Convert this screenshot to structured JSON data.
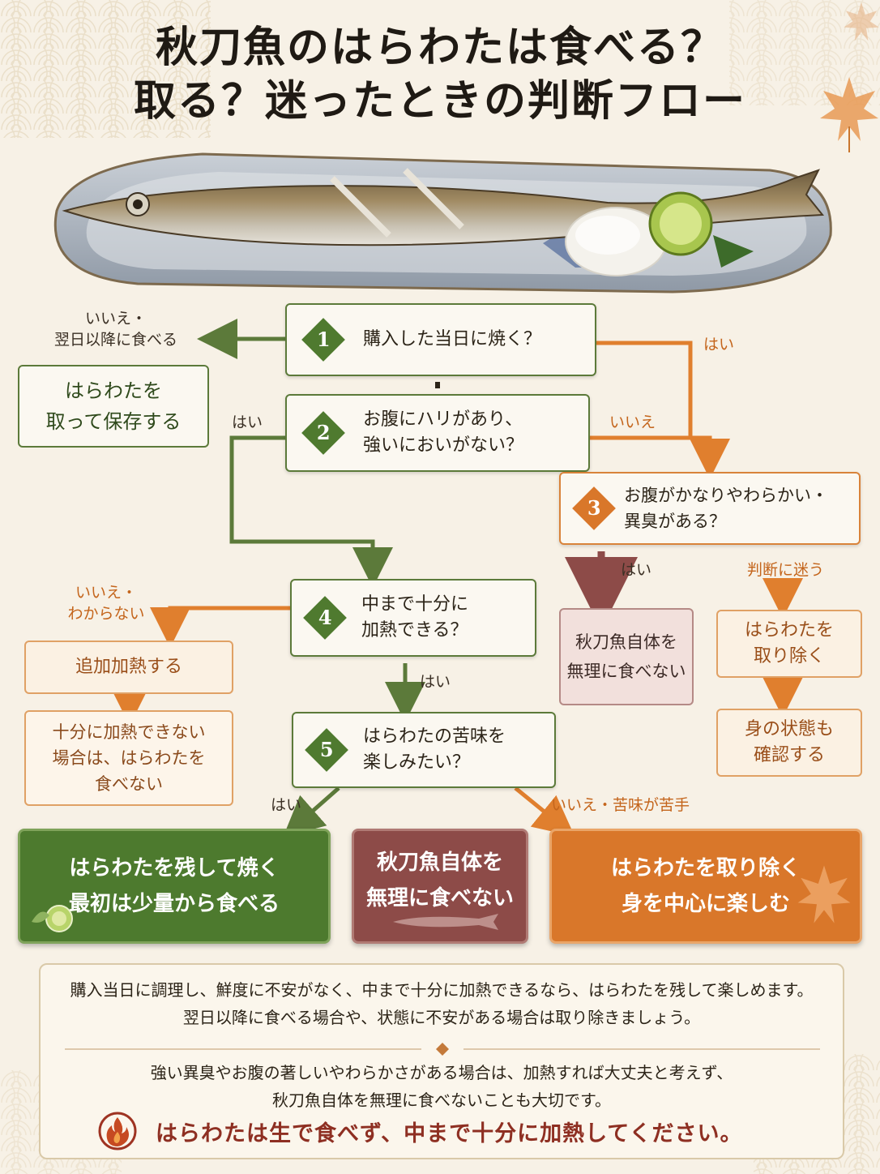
{
  "title": {
    "line1": "秋刀魚のはらわたは食べる？",
    "line2": "取る？迷ったときの判断フロー"
  },
  "questions": [
    {
      "num": "1",
      "lines": [
        "購入した当日に焼く？"
      ]
    },
    {
      "num": "2",
      "lines": [
        "お腹にハリがあり、",
        "強いにおいがない？"
      ]
    },
    {
      "num": "3",
      "lines": [
        "お腹がかなりやわらかい・",
        "異臭がある？"
      ]
    },
    {
      "num": "4",
      "lines": [
        "中まで十分に",
        "加熱できる？"
      ]
    },
    {
      "num": "5",
      "lines": [
        "はらわたの苦味を",
        "楽しみたい？"
      ]
    }
  ],
  "outcomes": {
    "store": [
      "はらわたを",
      "取って保存する"
    ],
    "reheat": [
      "追加加熱する"
    ],
    "not_enough": [
      "十分に加熱できない",
      "場合は、はらわたを",
      "食べない"
    ],
    "dont_eat": [
      "秋刀魚自体を",
      "無理に食べない"
    ],
    "remove": [
      "はらわたを",
      "取り除く"
    ],
    "check": [
      "身の状態も",
      "確認する"
    ]
  },
  "finals": {
    "keep": [
      "はらわたを残して焼く",
      "最初は少量から食べる"
    ],
    "dont_eat": [
      "秋刀魚自体を",
      "無理に食べない"
    ],
    "remove": [
      "はらわたを取り除く",
      "身を中心に楽しむ"
    ]
  },
  "labels": {
    "q1_no": [
      "いいえ・",
      "翌日以降に食べる"
    ],
    "q1_yes": "はい",
    "q2_yes": "はい",
    "q2_no": "いいえ",
    "q3_yes": "はい",
    "q3_unsure": "判断に迷う",
    "q4_no": [
      "いいえ・",
      "わからない"
    ],
    "q4_yes": "はい",
    "q5_yes": "はい",
    "q5_no": "いいえ・苦味が苦手"
  },
  "summary": {
    "line1": "購入当日に調理し、鮮度に不安がなく、中まで十分に加熱できるなら、はらわたを残して楽しめます。",
    "line2": "翌日以降に食べる場合や、状態に不安がある場合は取り除きましょう。",
    "line3": "強い異臭やお腹の著しいやわらかさがある場合は、加熱すれば大丈夫と考えず、",
    "line4": "秋刀魚自体を無理に食べないことも大切です。",
    "warning": "はらわたは生で食べず、中まで十分に加熱してください。"
  },
  "colors": {
    "green": "#4d7a2e",
    "orange": "#d9772a",
    "red": "#8d4b48",
    "background": "#f7f1e6"
  },
  "icons": [
    "fish-plate-illustration",
    "maple-leaf-icon",
    "flame-icon",
    "citrus-icon",
    "fish-icon"
  ]
}
